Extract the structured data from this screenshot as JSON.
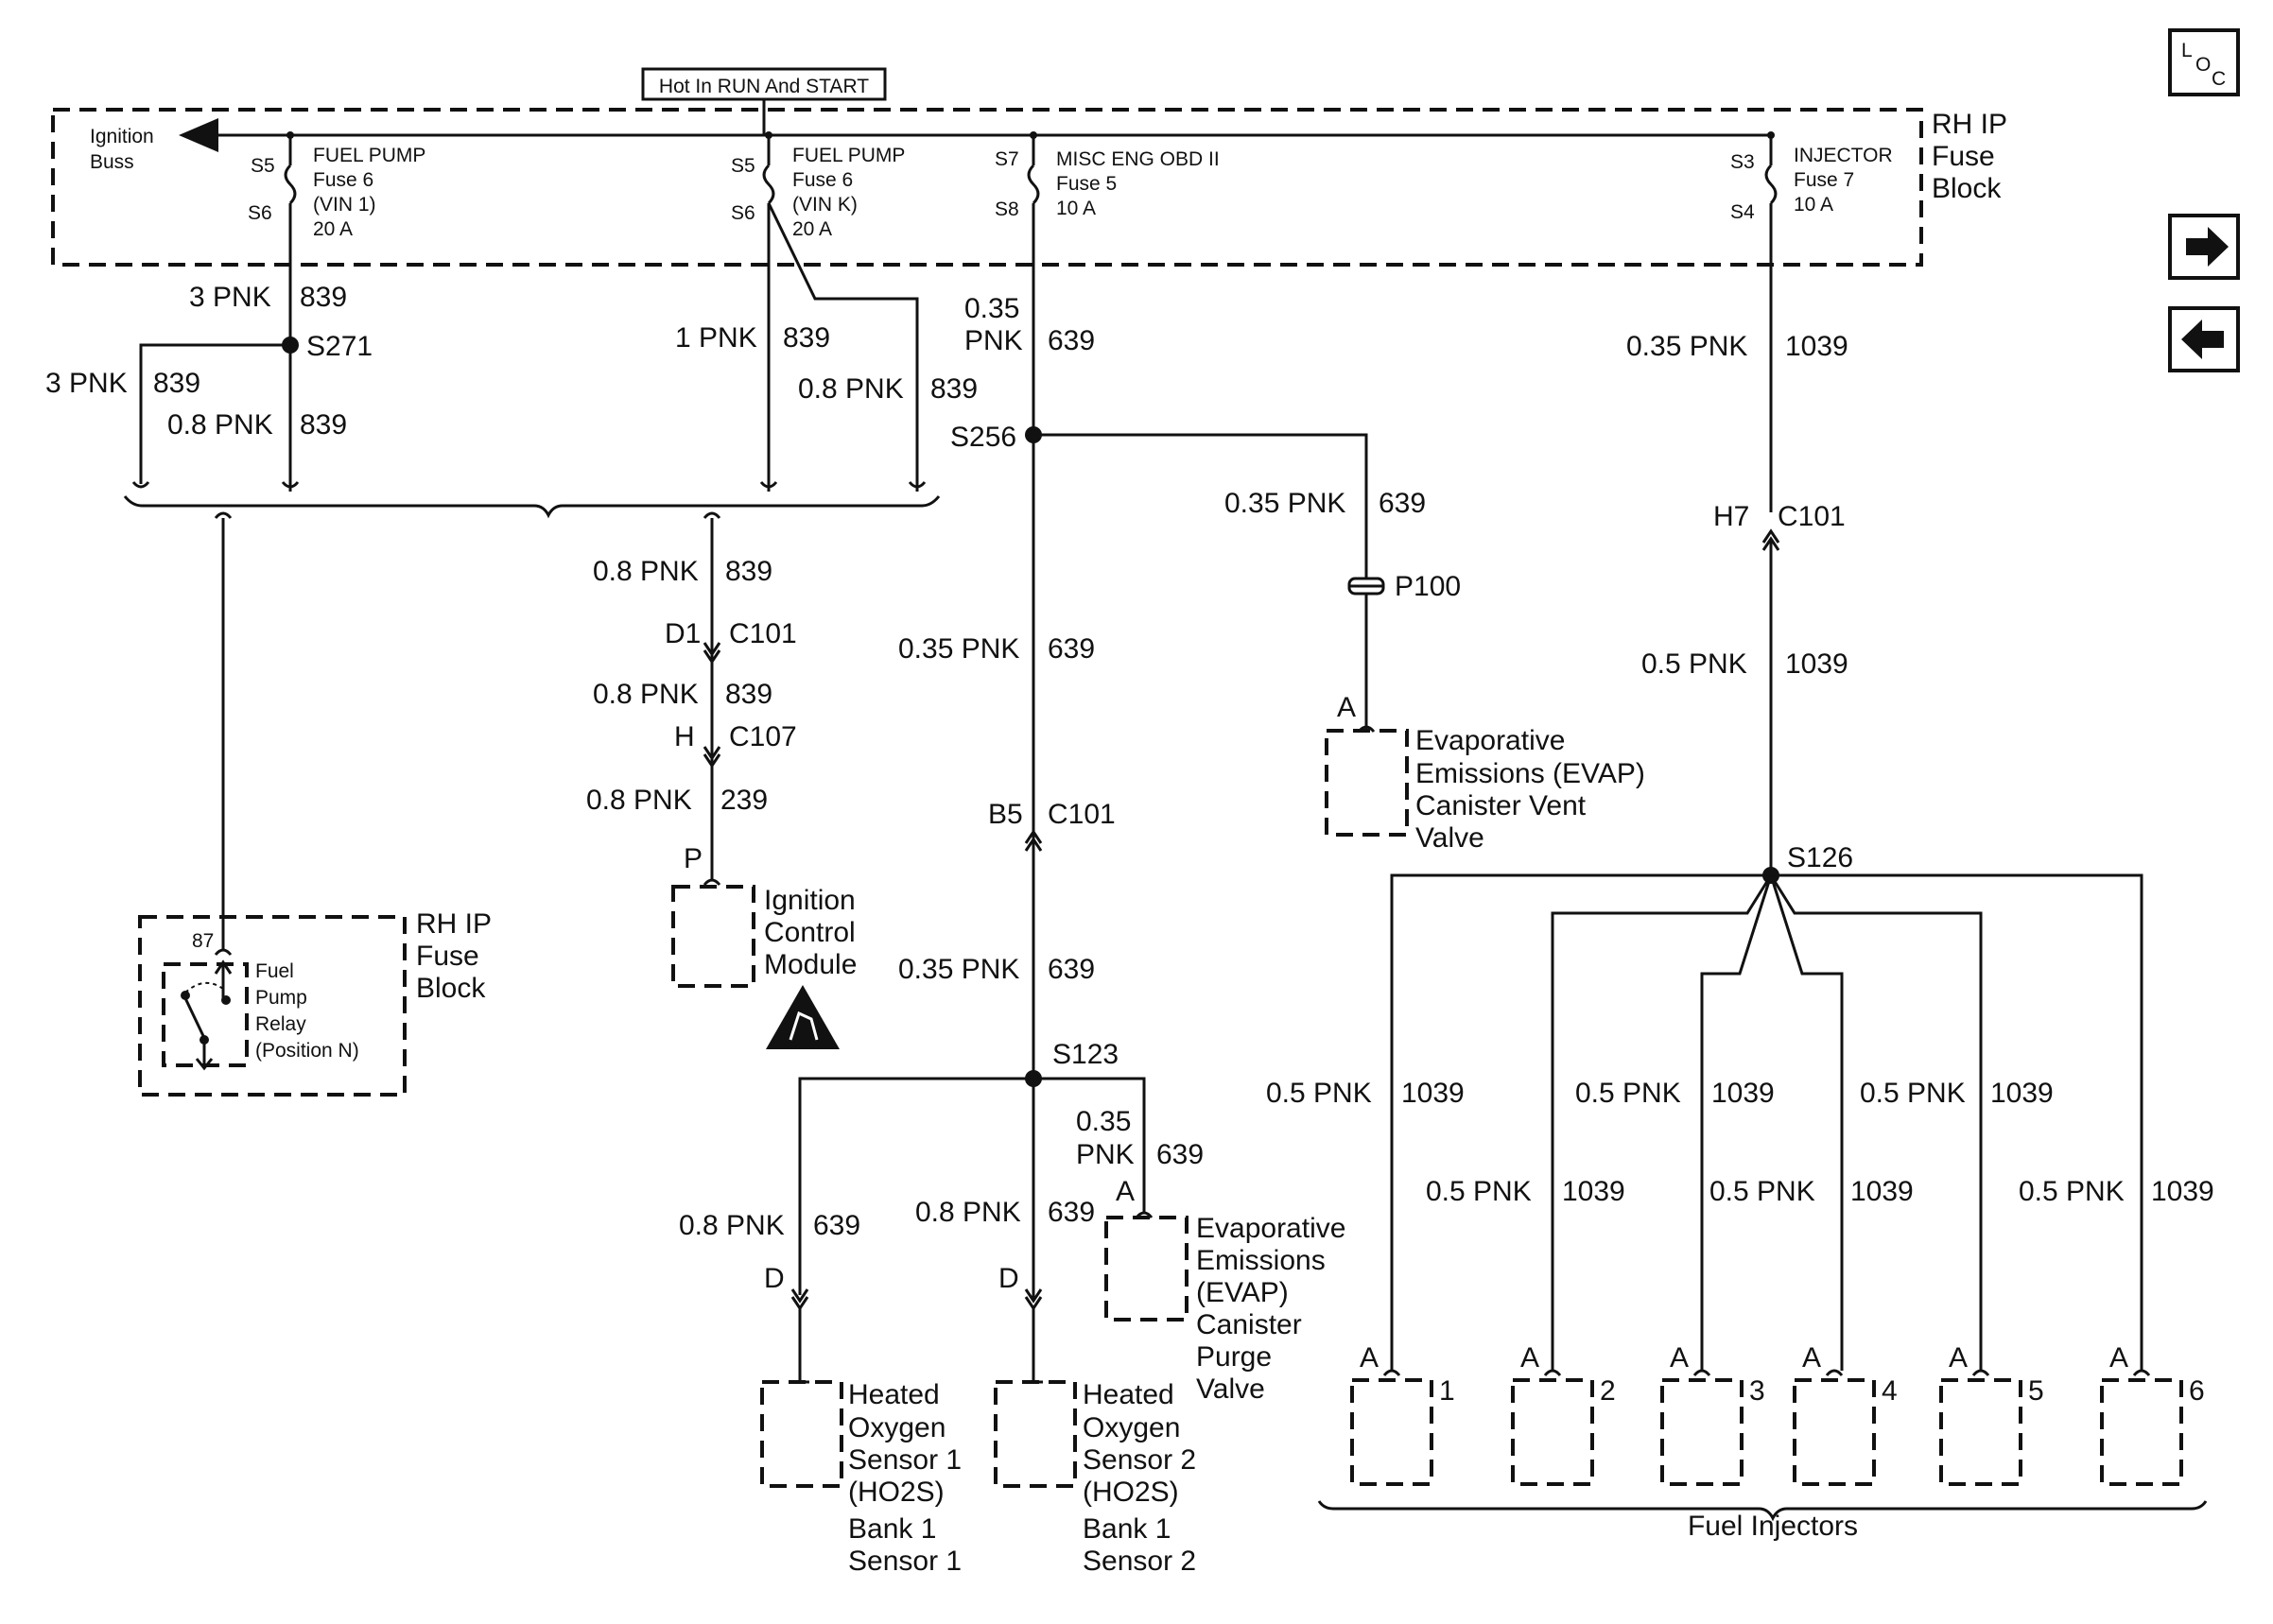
{
  "header": {
    "hot_label": "Hot In RUN And START"
  },
  "nav": {
    "loc_top": "L",
    "loc_o": "O",
    "loc_c": "C",
    "forward_icon": "arrow-right-icon",
    "back_icon": "arrow-left-icon"
  },
  "fuse_block": {
    "label_line1": "RH IP",
    "label_line2": "Fuse",
    "label_line3": "Block",
    "ignition_buss_1": "Ignition",
    "ignition_buss_2": "Buss",
    "fuses": [
      {
        "top_pin": "S5",
        "bottom_pin": "S6",
        "name": "FUEL PUMP",
        "fuse": "Fuse 6",
        "vin": "(VIN 1)",
        "rating": "20 A"
      },
      {
        "top_pin": "S5",
        "bottom_pin": "S6",
        "name": "FUEL PUMP",
        "fuse": "Fuse 6",
        "vin": "(VIN K)",
        "rating": "20 A"
      },
      {
        "top_pin": "S7",
        "bottom_pin": "S8",
        "name": "MISC ENG OBD II",
        "fuse": "Fuse 5",
        "rating": "10 A"
      },
      {
        "top_pin": "S3",
        "bottom_pin": "S4",
        "name": "INJECTOR",
        "fuse": "Fuse 7",
        "rating": "10 A"
      }
    ]
  },
  "wire_labels": {
    "w1_color": "3 PNK",
    "w1_circ": "839",
    "s271": "S271",
    "w2_color": "3 PNK",
    "w2_circ": "839",
    "w3_color": "0.8 PNK",
    "w3_circ": "839",
    "w4_color": "1 PNK",
    "w4_circ": "839",
    "w5_color": "0.8 PNK",
    "w5_circ": "839",
    "w6_color_1": "0.35",
    "w6_color_2": "PNK",
    "w6_circ": "639",
    "w7_color": "0.35 PNK",
    "w7_circ": "1039",
    "s256": "S256",
    "w8_color": "0.35 PNK",
    "w8_circ": "639",
    "p100": "P100",
    "h7": "H7",
    "c101_a": "C101",
    "w9_color": "0.5 PNK",
    "w9_circ": "1039",
    "w10_color": "0.8 PNK",
    "w10_circ": "839",
    "d1": "D1",
    "c101_b": "C101",
    "w11_color": "0.8 PNK",
    "w11_circ": "839",
    "h": "H",
    "c107": "C107",
    "w12_color": "0.8 PNK",
    "w12_circ": "239",
    "p": "P",
    "w13_color": "0.35 PNK",
    "w13_circ": "639",
    "b5": "B5",
    "c101_c": "C101",
    "w14_color": "0.35 PNK",
    "w14_circ": "639",
    "s123": "S123",
    "w15_color_1": "0.35",
    "w15_color_2": "PNK",
    "w15_circ": "639",
    "w16_color": "0.8 PNK",
    "w16_circ": "639",
    "w17_color": "0.8 PNK",
    "w17_circ": "639",
    "d_a": "D",
    "d_b": "D",
    "a_purge": "A",
    "a_vent": "A",
    "s126": "S126",
    "inj_wire_color": "0.5 PNK",
    "inj_wire_circ": "1039"
  },
  "components": {
    "relay_block": {
      "line1": "RH IP",
      "line2": "Fuse",
      "line3": "Block",
      "pin": "87",
      "r1": "Fuel",
      "r2": "Pump",
      "r3": "Relay",
      "r4": "(Position N)"
    },
    "icm": {
      "line1": "Ignition",
      "line2": "Control",
      "line3": "Module"
    },
    "evap_vent": {
      "line1": "Evaporative",
      "line2": "Emissions (EVAP)",
      "line3": "Canister Vent",
      "line4": "Valve"
    },
    "evap_purge": {
      "line1": "Evaporative",
      "line2": "Emissions",
      "line3": "(EVAP)",
      "line4": "Canister",
      "line5": "Purge",
      "line6": "Valve"
    },
    "ho2s1": {
      "line1": "Heated",
      "line2": "Oxygen",
      "line3": "Sensor 1",
      "line4": "(HO2S)",
      "line5": "Bank 1",
      "line6": "Sensor 1"
    },
    "ho2s2": {
      "line1": "Heated",
      "line2": "Oxygen",
      "line3": "Sensor 2",
      "line4": "(HO2S)",
      "line5": "Bank 1",
      "line6": "Sensor 2"
    },
    "injectors": {
      "label": "Fuel Injectors",
      "pin": "A",
      "numbers": [
        "1",
        "2",
        "3",
        "4",
        "5",
        "6"
      ]
    }
  }
}
